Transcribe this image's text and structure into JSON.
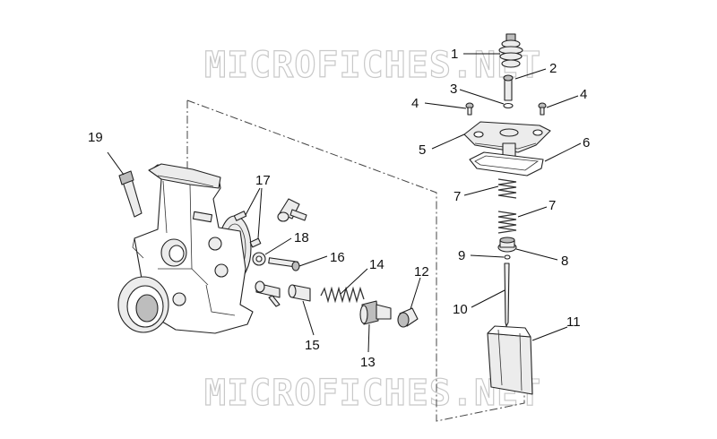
{
  "watermark": "MICROFICHES.NET",
  "callouts": [
    {
      "id": "1",
      "label": "1"
    },
    {
      "id": "2",
      "label": "2"
    },
    {
      "id": "3",
      "label": "3"
    },
    {
      "id": "4a",
      "label": "4"
    },
    {
      "id": "4b",
      "label": "4"
    },
    {
      "id": "5",
      "label": "5"
    },
    {
      "id": "6",
      "label": "6"
    },
    {
      "id": "7a",
      "label": "7"
    },
    {
      "id": "7b",
      "label": "7"
    },
    {
      "id": "8",
      "label": "8"
    },
    {
      "id": "9",
      "label": "9"
    },
    {
      "id": "10",
      "label": "10"
    },
    {
      "id": "11",
      "label": "11"
    },
    {
      "id": "12",
      "label": "12"
    },
    {
      "id": "13",
      "label": "13"
    },
    {
      "id": "14",
      "label": "14"
    },
    {
      "id": "15",
      "label": "15"
    },
    {
      "id": "16",
      "label": "16"
    },
    {
      "id": "17",
      "label": "17"
    },
    {
      "id": "18",
      "label": "18"
    },
    {
      "id": "19",
      "label": "19"
    }
  ]
}
